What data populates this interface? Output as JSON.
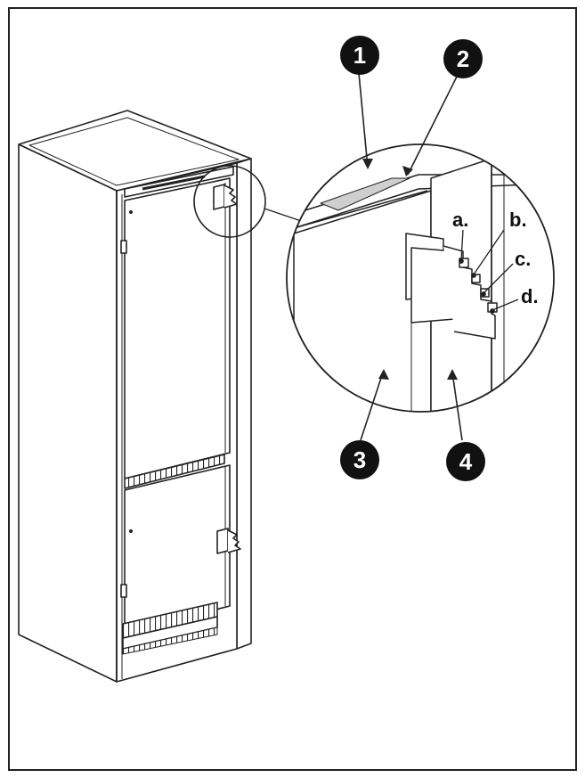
{
  "callouts": {
    "one": "1",
    "two": "2",
    "three": "3",
    "four": "4"
  },
  "hinge_positions": {
    "a": "a.",
    "b": "b.",
    "c": "c.",
    "d": "d."
  },
  "colors": {
    "line": "#222222",
    "fill": "#ffffff",
    "shade": "#cfcfcf",
    "badge": "#111111"
  }
}
